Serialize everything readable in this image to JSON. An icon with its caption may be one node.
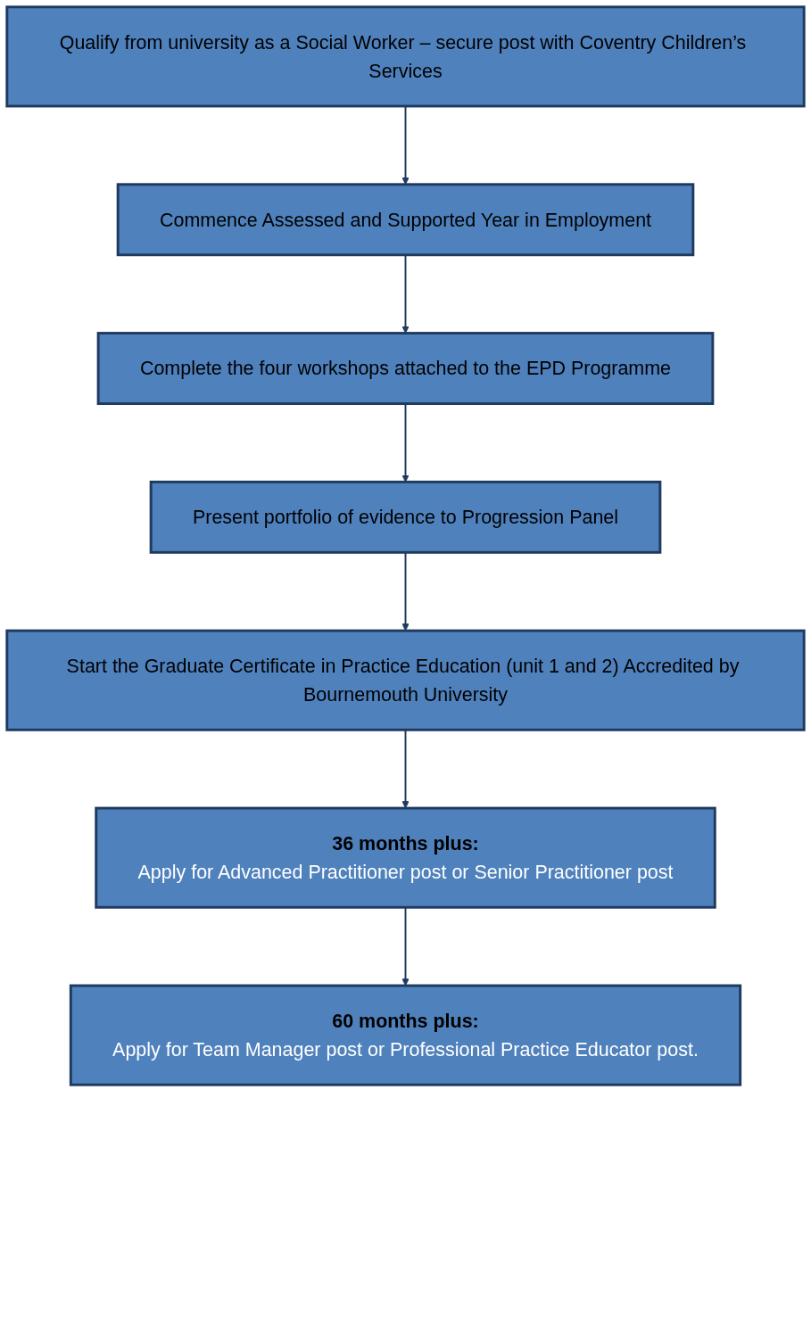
{
  "diagram": {
    "nodes": [
      {
        "text": [
          "Qualify from university as a Social Worker – secure post with Coventry Children’s Services"
        ]
      },
      {
        "text": [
          "Commence Assessed and Supported Year in Employment"
        ]
      },
      {
        "text": [
          "Complete the four workshops attached to the EPD Programme"
        ]
      },
      {
        "text": [
          "Present portfolio of evidence to Progression Panel"
        ]
      },
      {
        "text": [
          "Start the Graduate Certificate in Practice Education (unit 1 and 2) Accredited by Bournemouth University"
        ]
      },
      {
        "text": [
          "36 months plus:",
          "Apply for Advanced Practitioner post or Senior Practitioner post"
        ]
      },
      {
        "text": [
          "60 months plus:",
          "Apply for Team Manager post or Professional Practice Educator post."
        ]
      }
    ],
    "edges": [
      {
        "from": 0,
        "to": 1,
        "arrow": "to"
      },
      {
        "from": 1,
        "to": 2,
        "arrow": "to"
      },
      {
        "from": 2,
        "to": 3,
        "arrow": "to"
      },
      {
        "from": 3,
        "to": 4,
        "arrow": "to"
      },
      {
        "from": 4,
        "to": 5,
        "arrow": "to"
      },
      {
        "from": 5,
        "to": 6,
        "arrow": "to"
      }
    ]
  }
}
